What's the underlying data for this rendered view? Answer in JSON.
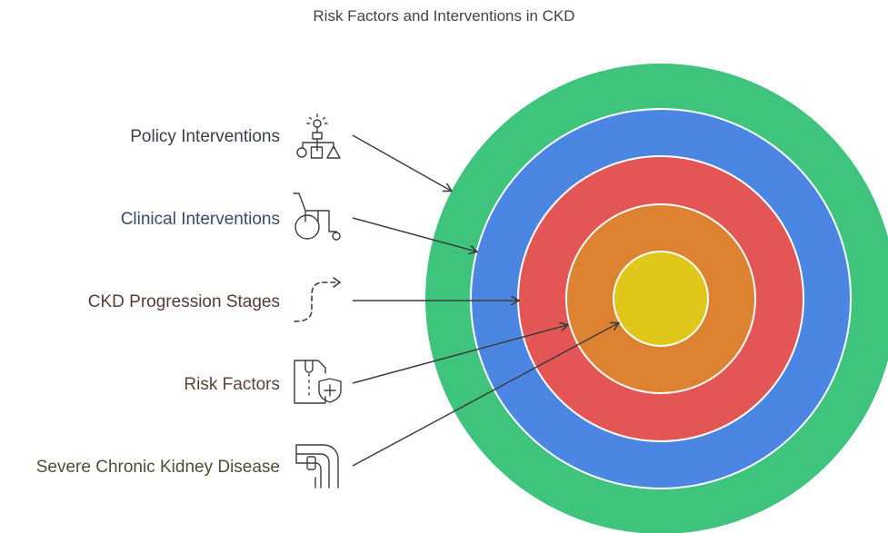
{
  "title": "Risk Factors and Interventions in CKD",
  "layers": [
    {
      "label": "Policy Interventions",
      "icon": "policy-hierarchy-icon",
      "color": "#3ec47d",
      "text_color": "#3b3f48"
    },
    {
      "label": "Clinical Interventions",
      "icon": "wheelchair-icon",
      "color": "#4c86e3",
      "text_color": "#3a4b66"
    },
    {
      "label": "CKD Progression Stages",
      "icon": "dashed-path-arrow-icon",
      "color": "#e45656",
      "text_color": "#5a3a36"
    },
    {
      "label": "Risk Factors",
      "icon": "medical-file-plus-icon",
      "color": "#dc8230",
      "text_color": "#5a4636"
    },
    {
      "label": "Severe Chronic Kidney Disease",
      "icon": "kidney-pipe-icon",
      "color": "#dfc819",
      "text_color": "#4f4d33"
    }
  ]
}
